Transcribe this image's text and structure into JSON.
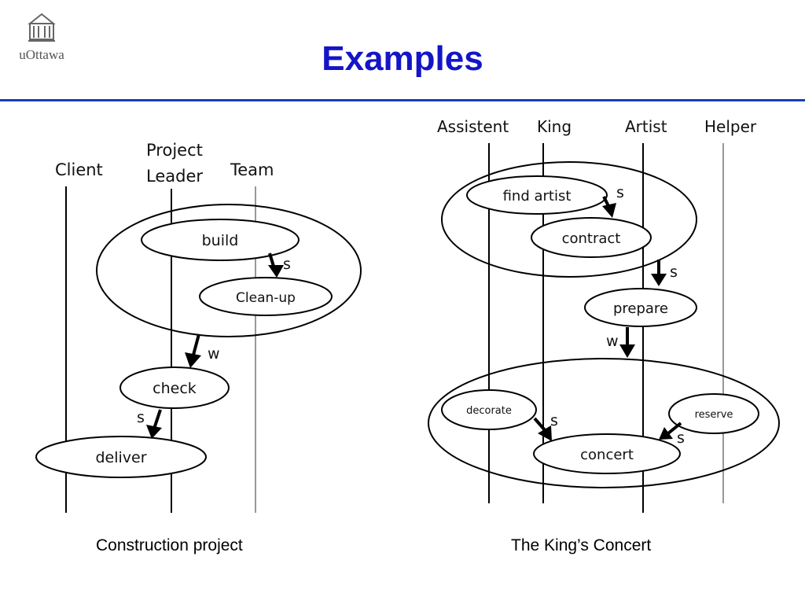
{
  "header": {
    "logo_text": "uOttawa",
    "title": "Examples"
  },
  "left_diagram": {
    "lanes": [
      "Client",
      "Project",
      "Leader",
      "Team"
    ],
    "activities": {
      "build": "build",
      "cleanup": "Clean-up",
      "check": "check",
      "deliver": "deliver"
    },
    "relations": {
      "s1": "s",
      "w1": "w",
      "s2": "s"
    },
    "caption": "Construction project"
  },
  "right_diagram": {
    "lanes": [
      "Assistent",
      "King",
      "Artist",
      "Helper"
    ],
    "activities": {
      "find_artist": "find artist",
      "contract": "contract",
      "prepare": "prepare",
      "decorate": "decorate",
      "reserve": "reserve",
      "concert": "concert"
    },
    "relations": {
      "s1": "s",
      "s2": "s",
      "w1": "w",
      "s3": "s",
      "s4": "s"
    },
    "caption": "The King’s Concert"
  }
}
